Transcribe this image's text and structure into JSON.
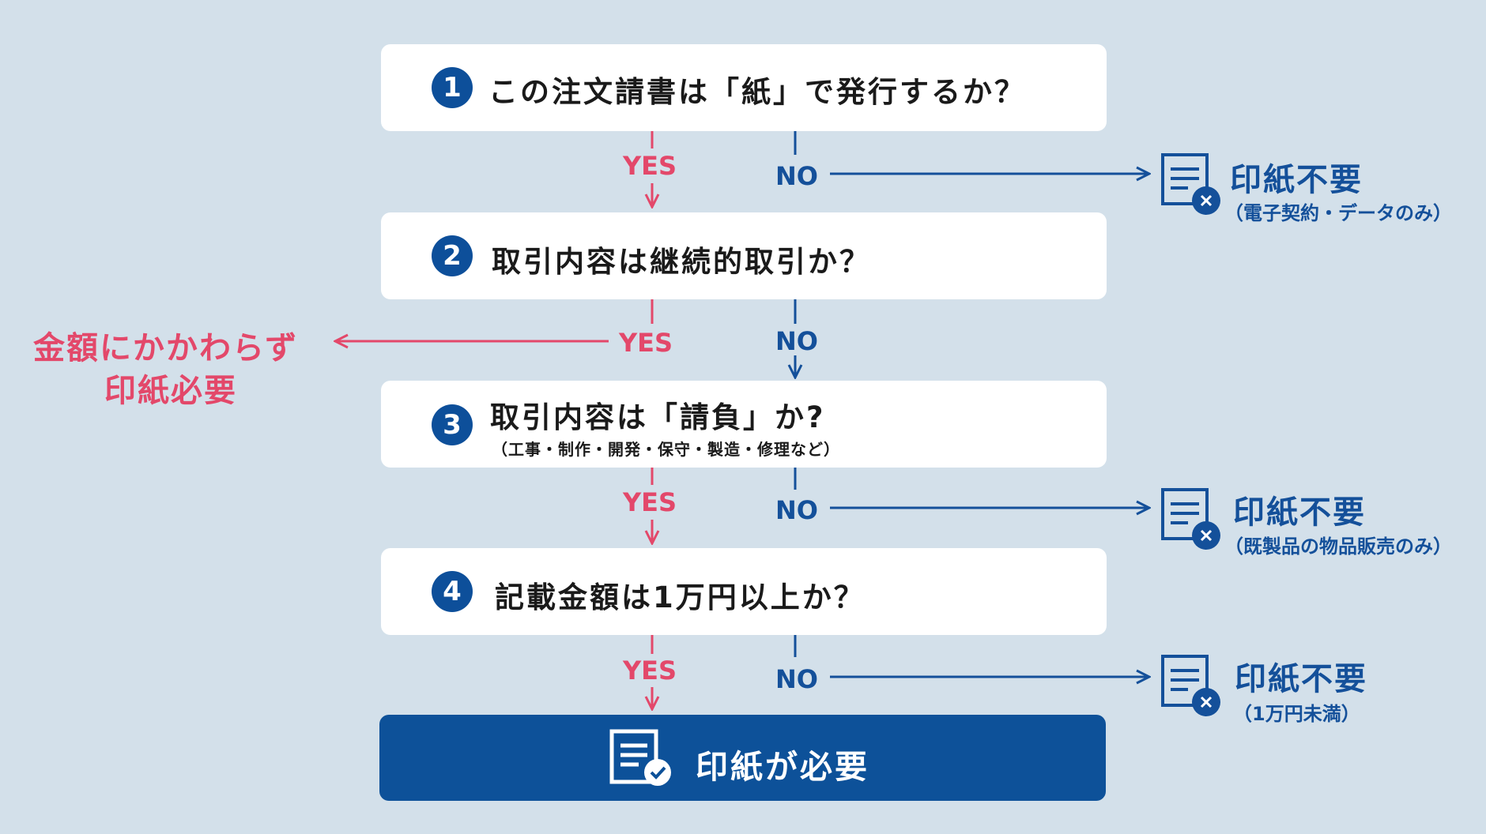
{
  "questions": [
    {
      "num": "1",
      "text": "この注文請書は「紙」で発行するか？"
    },
    {
      "num": "2",
      "text": "取引内容は継続的取引か？"
    },
    {
      "num": "3",
      "text": "取引内容は「請負」か?",
      "sub": "（工事・制作・開発・保守・製造・修理など）"
    },
    {
      "num": "4",
      "text": "記載金額は1万円以上か？"
    }
  ],
  "final": {
    "text": "印紙が必要",
    "icon": "document-check-icon"
  },
  "branches": {
    "yes": "YES",
    "no": "NO"
  },
  "results": [
    {
      "title": "印紙不要",
      "note": "（電子契約・データのみ）",
      "icon": "document-x-icon"
    },
    {
      "title": "印紙不要",
      "note": "（既製品の物品販売のみ）",
      "icon": "document-x-icon"
    },
    {
      "title": "印紙不要",
      "note": "（1万円未満）",
      "icon": "document-x-icon"
    }
  ],
  "continuous": {
    "line1": "金額にかかわらず",
    "line2": "印紙必要"
  },
  "colors": {
    "background": "#d3e0ea",
    "navy": "#0d5199",
    "red": "#e3486a"
  }
}
